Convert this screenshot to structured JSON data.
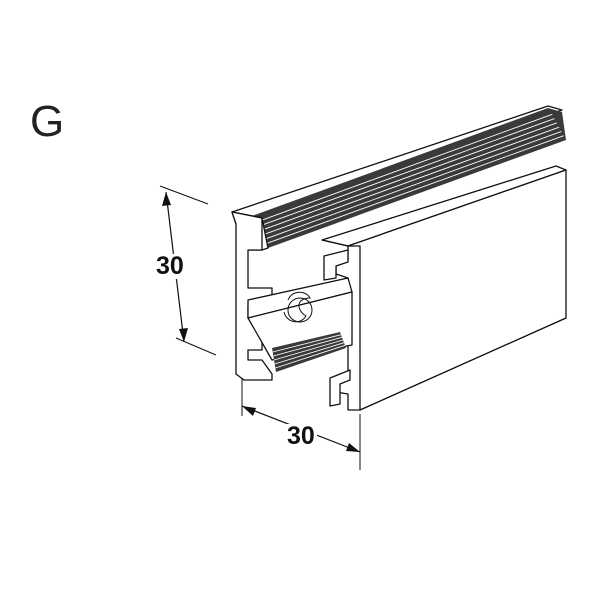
{
  "profile": {
    "letter": "G",
    "height_label": "30",
    "width_label": "30"
  },
  "colors": {
    "stroke": "#111111",
    "groove": "#3a3a3a",
    "background": "#ffffff"
  }
}
